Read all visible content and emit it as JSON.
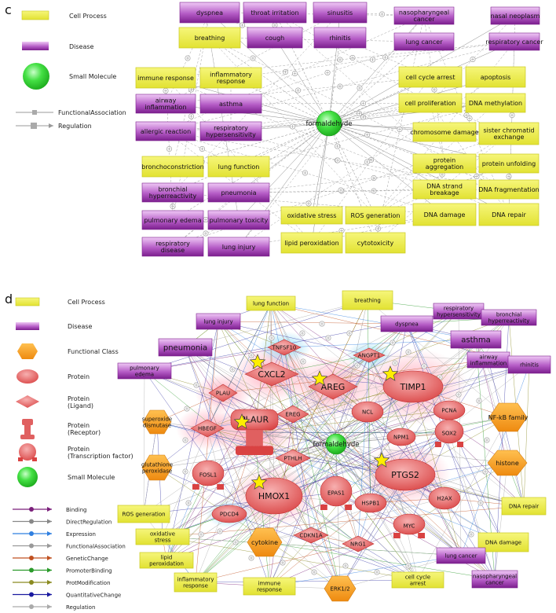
{
  "panel_c": {
    "label": "c",
    "legend": {
      "cell_process": "Cell Process",
      "disease": "Disease",
      "small_molecule": "Small Molecule",
      "functional_association": "FunctionalAssociation",
      "regulation": "Regulation"
    },
    "hub": "formaldehyde",
    "nodes": [
      {
        "id": "dyspnea",
        "label": "dyspnea",
        "kind": "disease"
      },
      {
        "id": "throat_irritation",
        "label": "throat irritation",
        "kind": "disease"
      },
      {
        "id": "sinusitis",
        "label": "sinusitis",
        "kind": "disease"
      },
      {
        "id": "nasopharyngeal_cancer",
        "label": "nasopharyngeal cancer",
        "kind": "disease"
      },
      {
        "id": "nasal_neoplasm",
        "label": "nasal neoplasm",
        "kind": "disease"
      },
      {
        "id": "breathing",
        "label": "breathing",
        "kind": "process"
      },
      {
        "id": "cough",
        "label": "cough",
        "kind": "disease"
      },
      {
        "id": "rhinitis",
        "label": "rhinitis",
        "kind": "disease"
      },
      {
        "id": "lung_cancer",
        "label": "lung cancer",
        "kind": "disease"
      },
      {
        "id": "respiratory_cancer",
        "label": "respiratory cancer",
        "kind": "disease"
      },
      {
        "id": "immune_response",
        "label": "immune response",
        "kind": "process"
      },
      {
        "id": "inflammatory_response",
        "label": "inflammatory response",
        "kind": "process"
      },
      {
        "id": "cell_cycle_arrest",
        "label": "cell cycle arrest",
        "kind": "process"
      },
      {
        "id": "apoptosis",
        "label": "apoptosis",
        "kind": "process"
      },
      {
        "id": "airway_inflammation",
        "label": "airway inflammation",
        "kind": "disease"
      },
      {
        "id": "asthma",
        "label": "asthma",
        "kind": "disease"
      },
      {
        "id": "cell_proliferation",
        "label": "cell proliferation",
        "kind": "process"
      },
      {
        "id": "dna_methylation",
        "label": "DNA methylation",
        "kind": "process"
      },
      {
        "id": "allergic_reaction",
        "label": "allergic reaction",
        "kind": "disease"
      },
      {
        "id": "respiratory_hypersensitivity",
        "label": "respiratory hypersensitivity",
        "kind": "disease"
      },
      {
        "id": "chromosome_damage",
        "label": "chromosome damage",
        "kind": "process"
      },
      {
        "id": "sister_chromatid",
        "label": "sister chromatid exchange",
        "kind": "process"
      },
      {
        "id": "bronchoconstriction",
        "label": "bronchoconstriction",
        "kind": "process"
      },
      {
        "id": "lung_function",
        "label": "lung function",
        "kind": "process"
      },
      {
        "id": "protein_aggregation",
        "label": "protein aggregation",
        "kind": "process"
      },
      {
        "id": "protein_unfolding",
        "label": "protein unfolding",
        "kind": "process"
      },
      {
        "id": "bronchial_hyper",
        "label": "bronchial hyperreactivity",
        "kind": "disease"
      },
      {
        "id": "pneumonia",
        "label": "pneumonia",
        "kind": "disease"
      },
      {
        "id": "dna_strand",
        "label": "DNA strand breakage",
        "kind": "process"
      },
      {
        "id": "dna_fragmentation",
        "label": "DNA fragmentation",
        "kind": "process"
      },
      {
        "id": "pulmonary_edema",
        "label": "pulmonary edema",
        "kind": "disease"
      },
      {
        "id": "pulmonary_toxicity",
        "label": "pulmonary toxicity",
        "kind": "disease"
      },
      {
        "id": "oxidative_stress",
        "label": "oxidative stress",
        "kind": "process"
      },
      {
        "id": "ros_generation",
        "label": "ROS generation",
        "kind": "process"
      },
      {
        "id": "dna_damage",
        "label": "DNA damage",
        "kind": "process"
      },
      {
        "id": "dna_repair",
        "label": "DNA repair",
        "kind": "process"
      },
      {
        "id": "respiratory_disease",
        "label": "respiratory disease",
        "kind": "disease"
      },
      {
        "id": "lung_injury",
        "label": "lung injury",
        "kind": "disease"
      },
      {
        "id": "lipid_peroxidation",
        "label": "lipid peroxidation",
        "kind": "process"
      },
      {
        "id": "cytotoxicity",
        "label": "cytotoxicity",
        "kind": "process"
      }
    ]
  },
  "panel_d": {
    "label": "d",
    "legend": {
      "cell_process": "Cell Process",
      "disease": "Disease",
      "functional_class": "Functional Class",
      "protein": "Protein",
      "protein_ligand": "Protein (Ligand)",
      "protein_receptor": "Protein (Receptor)",
      "protein_tf": "Protein (Transcription factor)",
      "small_molecule": "Small Molecule",
      "edges": [
        {
          "label": "Binding",
          "color": "#7a1f7a"
        },
        {
          "label": "DirectRegulation",
          "color": "#888888"
        },
        {
          "label": "Expression",
          "color": "#2f7fe0"
        },
        {
          "label": "FunctionalAssociation",
          "color": "#999999"
        },
        {
          "label": "GeneticChange",
          "color": "#c05020"
        },
        {
          "label": "PromoterBinding",
          "color": "#2a9a2a"
        },
        {
          "label": "ProtModification",
          "color": "#8a8a20"
        },
        {
          "label": "QuantitativeChange",
          "color": "#1a1aa0"
        },
        {
          "label": "Regulation",
          "color": "#aaaaaa"
        }
      ]
    },
    "hub": "formaldehyde",
    "nodes": [
      {
        "id": "lung_function",
        "label": "lung function",
        "kind": "process"
      },
      {
        "id": "breathing",
        "label": "breathing",
        "kind": "process"
      },
      {
        "id": "resp_hyper",
        "label": "respiratory hypersensitivity",
        "kind": "disease"
      },
      {
        "id": "lung_injury",
        "label": "lung injury",
        "kind": "disease"
      },
      {
        "id": "dyspnea",
        "label": "dyspnea",
        "kind": "disease"
      },
      {
        "id": "bronchial_hyper",
        "label": "bronchial hyperreactivity",
        "kind": "disease"
      },
      {
        "id": "pneumonia",
        "label": "pneumonia",
        "kind": "disease"
      },
      {
        "id": "asthma",
        "label": "asthma",
        "kind": "disease"
      },
      {
        "id": "airway_inflammation",
        "label": "airway inflammation",
        "kind": "disease"
      },
      {
        "id": "rhinitis",
        "label": "rhinitis",
        "kind": "disease"
      },
      {
        "id": "pulmonary_edema",
        "label": "pulmonary edema",
        "kind": "disease"
      },
      {
        "id": "tnfsf10",
        "label": "TNFSF10",
        "kind": "ligand"
      },
      {
        "id": "angpt1",
        "label": "ANGPT1",
        "kind": "ligand"
      },
      {
        "id": "cxcl2",
        "label": "CXCL2",
        "kind": "ligand",
        "star": true
      },
      {
        "id": "areg",
        "label": "AREG",
        "kind": "ligand",
        "star": true
      },
      {
        "id": "timp1",
        "label": "TIMP1",
        "kind": "protein",
        "star": true
      },
      {
        "id": "plau",
        "label": "PLAU",
        "kind": "ligand"
      },
      {
        "id": "ereg",
        "label": "EREG",
        "kind": "ligand"
      },
      {
        "id": "ncl",
        "label": "NCL",
        "kind": "protein"
      },
      {
        "id": "pcna",
        "label": "PCNA",
        "kind": "protein"
      },
      {
        "id": "nfkb",
        "label": "NF-kB family",
        "kind": "class"
      },
      {
        "id": "sod",
        "label": "superoxide dismutase",
        "kind": "class"
      },
      {
        "id": "hbegf",
        "label": "HBEGF",
        "kind": "ligand"
      },
      {
        "id": "plaur",
        "label": "PLAUR",
        "kind": "receptor",
        "star": true
      },
      {
        "id": "npm1",
        "label": "NPM1",
        "kind": "protein"
      },
      {
        "id": "sox2",
        "label": "SOX2",
        "kind": "tf"
      },
      {
        "id": "gpx",
        "label": "glutathione peroxidase",
        "kind": "class"
      },
      {
        "id": "pthlh",
        "label": "PTHLH",
        "kind": "ligand"
      },
      {
        "id": "ptgs2",
        "label": "PTGS2",
        "kind": "protein",
        "star": true
      },
      {
        "id": "histone",
        "label": "histone",
        "kind": "class"
      },
      {
        "id": "fosl1",
        "label": "FOSL1",
        "kind": "tf"
      },
      {
        "id": "hmox1",
        "label": "HMOX1",
        "kind": "protein",
        "star": true
      },
      {
        "id": "epas1",
        "label": "EPAS1",
        "kind": "tf"
      },
      {
        "id": "hspb1",
        "label": "HSPB1",
        "kind": "protein"
      },
      {
        "id": "h2ax",
        "label": "H2AX",
        "kind": "protein"
      },
      {
        "id": "ros_generation",
        "label": "ROS generation",
        "kind": "process"
      },
      {
        "id": "pdcd4",
        "label": "PDCD4",
        "kind": "protein"
      },
      {
        "id": "dna_repair",
        "label": "DNA repair",
        "kind": "process"
      },
      {
        "id": "oxidative_stress",
        "label": "oxidative stress",
        "kind": "process"
      },
      {
        "id": "myc",
        "label": "MYC",
        "kind": "tf"
      },
      {
        "id": "cytokine",
        "label": "cytokine",
        "kind": "class"
      },
      {
        "id": "cdkn1a",
        "label": "CDKN1A",
        "kind": "ligand"
      },
      {
        "id": "nrg1",
        "label": "NRG1",
        "kind": "ligand"
      },
      {
        "id": "dna_damage",
        "label": "DNA damage",
        "kind": "process"
      },
      {
        "id": "lipid_peroxidation",
        "label": "lipid peroxidation",
        "kind": "process"
      },
      {
        "id": "lung_cancer",
        "label": "lung cancer",
        "kind": "disease"
      },
      {
        "id": "inflammatory_response",
        "label": "inflammatory response",
        "kind": "process"
      },
      {
        "id": "immune_response",
        "label": "immune response",
        "kind": "process"
      },
      {
        "id": "erk12",
        "label": "ERK1/2",
        "kind": "class"
      },
      {
        "id": "cell_cycle_arrest",
        "label": "cell cycle arrest",
        "kind": "process"
      },
      {
        "id": "nasopharyngeal_cancer",
        "label": "nasopharyngeal cancer",
        "kind": "disease"
      }
    ]
  },
  "colors": {
    "process_fill": "#eeee44",
    "process_edge": "#c8c820",
    "disease_top": "#e3b0ec",
    "disease_mid": "#8a2a9a",
    "protein": "#e45a5a",
    "protein_light": "#f29a9a",
    "class": "#f5a020",
    "molecule": "#33dd33",
    "star": "#ffee00"
  }
}
